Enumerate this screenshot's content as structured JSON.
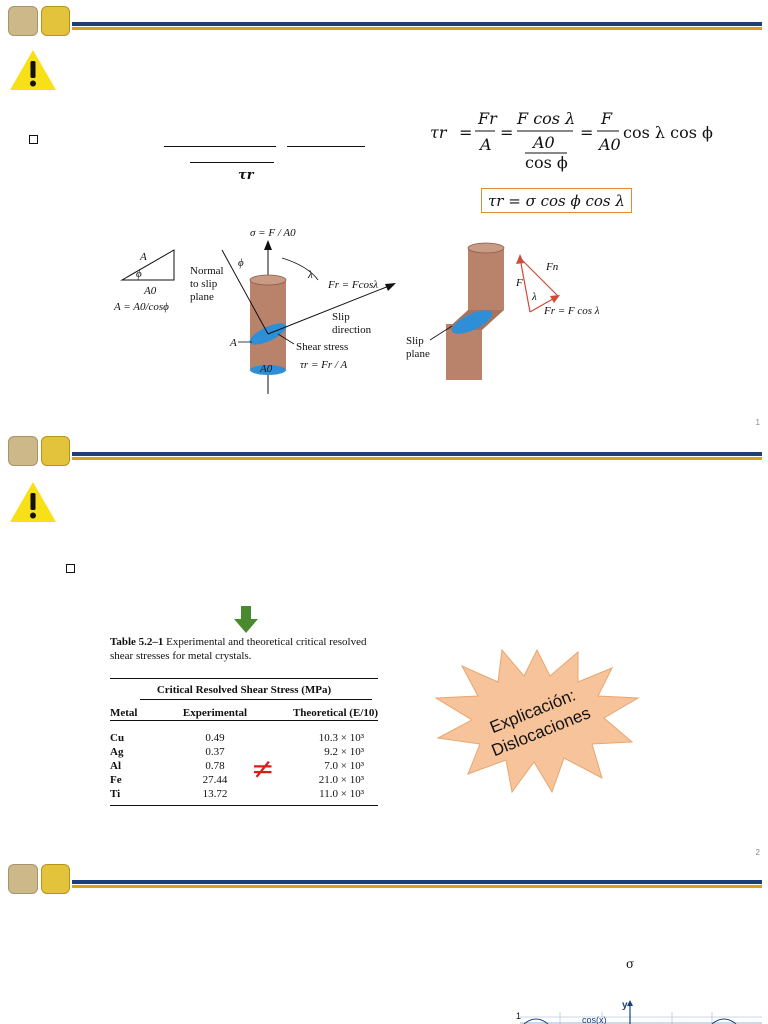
{
  "slides": [
    {
      "number": "1"
    },
    {
      "number": "2"
    },
    {
      "number": ""
    }
  ],
  "slide1": {
    "formula": {
      "lhs": "τr",
      "eq1_num": "Fr",
      "eq1_den": "A",
      "eq2_num": "F cos λ",
      "eq2_den_num": "A0",
      "eq2_den_den": "cos ϕ",
      "eq3_num": "F",
      "eq3_den": "A0",
      "eq3_tail": "cos λ cos ϕ"
    },
    "boxed_formula": "τr = σ cos ϕ cos λ",
    "small_tau": "τr",
    "figure_left": {
      "sigma_label": "σ = F / A0",
      "triangle_A": "A",
      "triangle_phi": "ϕ",
      "triangle_A0": "A0",
      "area_relation": "A = A0/cosϕ",
      "normal_label": [
        "Normal",
        "to slip",
        "plane"
      ],
      "phi": "ϕ",
      "lambda": "λ",
      "fr_label": "Fr = Fcosλ",
      "slip_direction": [
        "Slip",
        "direction"
      ],
      "shear_stress": "Shear stress",
      "tau_relation": "τr = Fr / A",
      "A_label": "A",
      "A0_label": "A0"
    },
    "figure_right": {
      "F": "F",
      "Fn": "Fn",
      "lambda": "λ",
      "fr": "Fr = F cos λ",
      "slip_plane": [
        "Slip",
        "plane"
      ]
    }
  },
  "slide2": {
    "table": {
      "caption_bold": "Table 5.2–1",
      "caption_rest": "Experimental and theoretical critical resolved shear stresses for metal crystals.",
      "group_header": "Critical Resolved Shear Stress (MPa)",
      "columns": [
        "Metal",
        "Experimental",
        "Theoretical (E/10)"
      ],
      "rows": [
        [
          "Cu",
          "0.49",
          "10.3 × 10³"
        ],
        [
          "Ag",
          "0.37",
          "9.2 × 10³"
        ],
        [
          "Al",
          "0.78",
          "7.0 × 10³"
        ],
        [
          "Fe",
          "27.44",
          "21.0 × 10³"
        ],
        [
          "Ti",
          "13.72",
          "11.0 × 10³"
        ]
      ]
    },
    "not_equal": "≠",
    "starburst_text": [
      "Explicación:",
      "Dislocaciones"
    ]
  },
  "slide3": {
    "sigma": "σ",
    "plot": {
      "y_tick": "1",
      "y_label": "y",
      "func_label": "cos(x)"
    }
  },
  "colors": {
    "header_blue": "#1c3f78",
    "header_gold": "#d6a21c",
    "warning_yellow": "#f7e017",
    "box_orange": "#e08a3c",
    "cylinder": "#b9826a",
    "slip_blue": "#2f8fd6",
    "starburst": "#f7c39a",
    "arrow_green": "#4a8a2e",
    "neq_red": "#e01818"
  }
}
